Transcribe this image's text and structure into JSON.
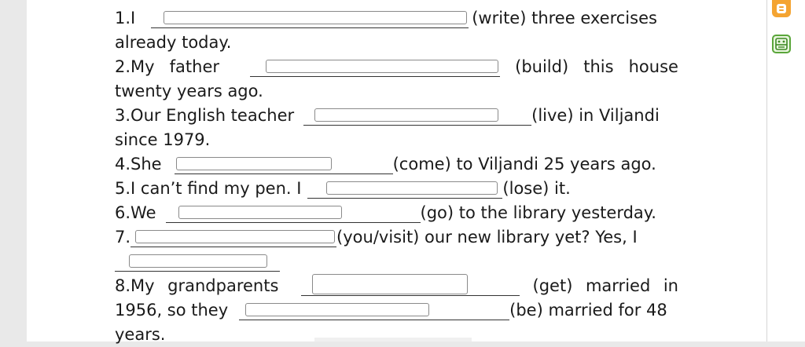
{
  "colors": {
    "accent_orange": "#f4a432",
    "accent_green": "#5aa63a",
    "page": "#ffffff",
    "background": "#e9e9e9"
  },
  "sidebar": {
    "top_button_icon": "blogger-b-icon",
    "top_button_glyph": "B",
    "second_button_icon": "classroom-board-icon"
  },
  "exercises": {
    "l1a": "1.I",
    "l1b": "(write) three exercises",
    "l2": "already today.",
    "l3a": "2.My",
    "l3b": "father",
    "l3c": "(build)",
    "l3d": "this",
    "l3e": "house",
    "l4": "twenty years ago.",
    "l5a": "3.Our English teacher",
    "l5b": "(live) in Viljandi",
    "l6": "since 1979.",
    "l7a": "4.She",
    "l7b": "(come) to Viljandi 25 years ago.",
    "l8a": "5.I can’t find my pen. I",
    "l8b": "(lose) it.",
    "l9a": "6.We",
    "l9b": "(go) to the library yesterday.",
    "l10a": "7.",
    "l10b": "(you/visit) our new library yet? Yes, I",
    "l12a": "8.My",
    "l12b": "grandparents",
    "l12c": "(get)",
    "l12d": "married",
    "l12e": "in",
    "l13a": "1956, so they",
    "l13b": "(be) married for 48",
    "l14": "years."
  }
}
